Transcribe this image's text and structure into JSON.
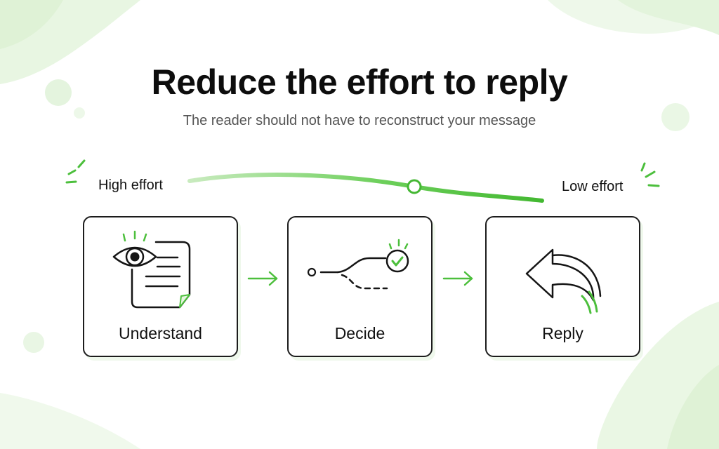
{
  "title": "Reduce the effort to reply",
  "subtitle": "The reader should not have to reconstruct your message",
  "scale": {
    "high_label": "High effort",
    "low_label": "Low effort"
  },
  "steps": [
    {
      "label": "Understand",
      "icon": "eye-document-icon"
    },
    {
      "label": "Decide",
      "icon": "branch-check-icon"
    },
    {
      "label": "Reply",
      "icon": "reply-arrow-icon"
    }
  ],
  "colors": {
    "accent": "#4cbf3c",
    "accent_light": "#d8f0cf",
    "text": "#111111",
    "subtext": "#555555"
  }
}
